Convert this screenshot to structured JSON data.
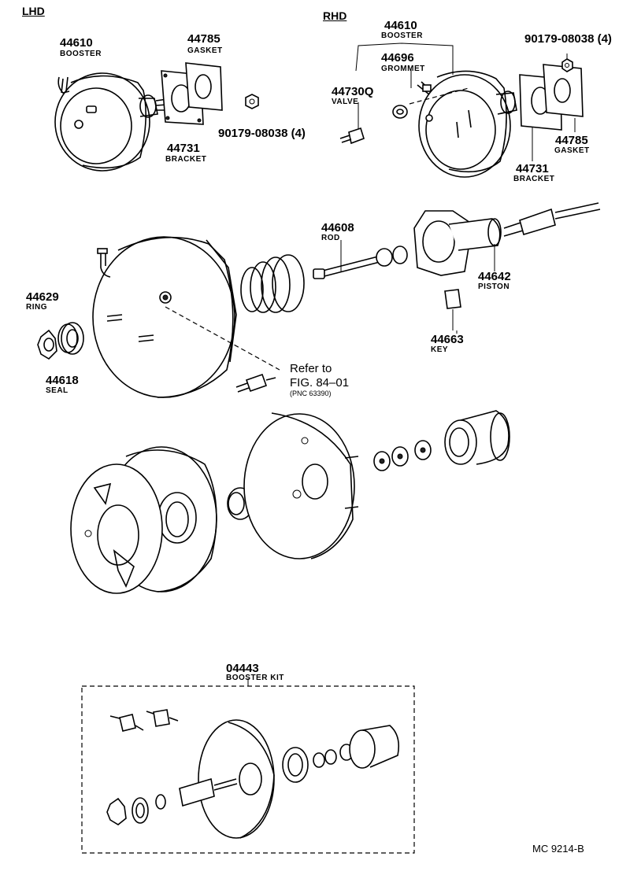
{
  "headers": {
    "lhd": "LHD",
    "rhd": "RHD"
  },
  "labels": {
    "lhd_booster_num": "44610",
    "lhd_booster_name": "BOOSTER",
    "lhd_gasket_num": "44785",
    "lhd_gasket_name": "GASKET",
    "lhd_bracket_num": "44731",
    "lhd_bracket_name": "BRACKET",
    "lhd_nut": "90179-08038 (4)",
    "rhd_booster_num": "44610",
    "rhd_booster_name": "BOOSTER",
    "rhd_grommet_num": "44696",
    "rhd_grommet_name": "GROMMET",
    "rhd_valve_num": "44730Q",
    "rhd_valve_name": "VALVE",
    "rhd_nut": "90179-08038 (4)",
    "rhd_gasket_num": "44785",
    "rhd_gasket_name": "GASKET",
    "rhd_bracket_num": "44731",
    "rhd_bracket_name": "BRACKET",
    "rod_num": "44608",
    "rod_name": "ROD",
    "piston_num": "44642",
    "piston_name": "PISTON",
    "key_num": "44663",
    "key_name": "KEY",
    "ring_num": "44629",
    "ring_name": "RING",
    "seal_num": "44618",
    "seal_name": "SEAL",
    "refer_line1": "Refer to",
    "refer_line2": "FIG. 84–01",
    "refer_pnc": "(PNC 63390)",
    "kit_num": "04443",
    "kit_name": "BOOSTER KIT",
    "figure_code": "MC 9214-B"
  }
}
